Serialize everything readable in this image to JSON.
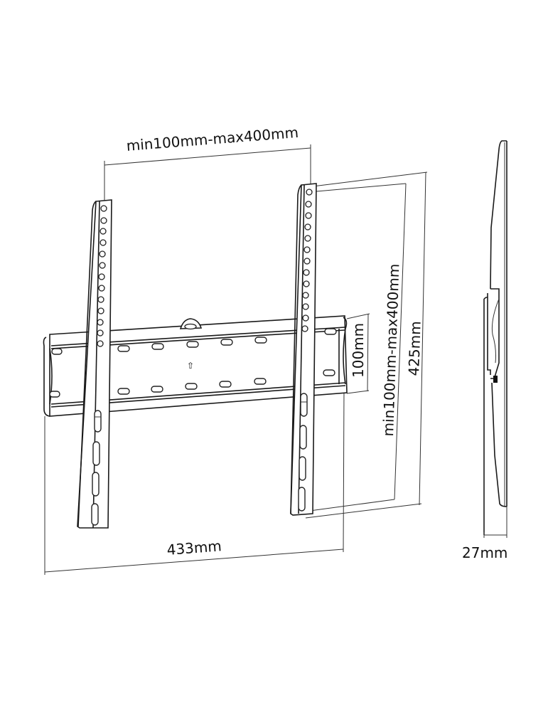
{
  "diagram": {
    "subject": "Fixed flat TV wall mount bracket",
    "views": [
      "front",
      "side"
    ],
    "line_color": "#1a1a1a",
    "background": "#ffffff"
  },
  "dimensions": {
    "vesa_horizontal": "min100mm-max400mm",
    "vesa_vertical": "min100mm-max400mm",
    "wall_plate_height": "100mm",
    "arm_height": "425mm",
    "wall_plate_width": "433mm",
    "profile_depth": "27mm"
  },
  "symbols": {
    "up_arrow": "⇧"
  }
}
